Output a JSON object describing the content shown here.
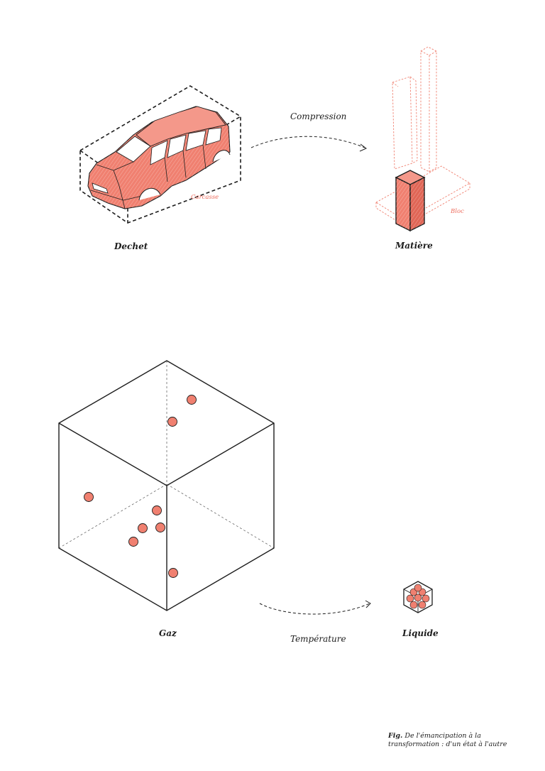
{
  "labels": {
    "dechet": "Dechet",
    "carcasse": "Carcasse",
    "compression": "Compression",
    "matiere": "Matière",
    "bloc": "Bloc",
    "gaz": "Gaz",
    "temperature": "Température",
    "liquide": "Liquide"
  },
  "caption": {
    "prefix": "Fig.",
    "line1": "De l'émancipation à la",
    "line2": "transformation : d'un état à l'autre"
  },
  "colors": {
    "accent": "#f08070",
    "accent_dark": "#e06656",
    "ink": "#1d1d1d"
  },
  "icons": [
    "car-icon",
    "compressed-block-icon",
    "gas-cube-icon",
    "liquid-cube-icon",
    "arrow-icon"
  ]
}
